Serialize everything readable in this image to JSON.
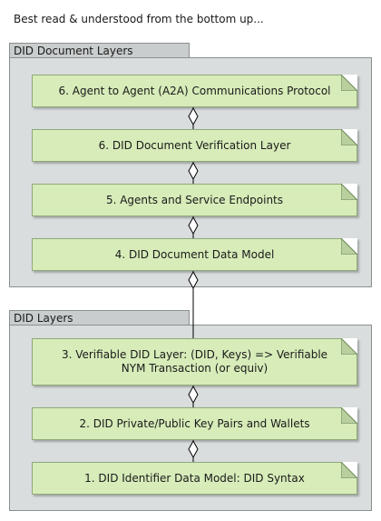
{
  "intro_text": "Best read & understood from the bottom up...",
  "groups": [
    {
      "title": "DID Document Layers",
      "layers": [
        "6. Agent to Agent (A2A) Communications Protocol",
        "6. DID Document Verification Layer",
        "5. Agents and Service Endpoints",
        "4. DID Document Data Model"
      ]
    },
    {
      "title": "DID Layers",
      "layers": [
        "3. Verifiable DID Layer: (DID, Keys) => Verifiable NYM Transaction (or equiv)",
        "2. DID Private/Public Key Pairs and Wallets",
        "1. DID Identifier Data Model: DID Syntax"
      ]
    }
  ],
  "colors": {
    "layer_fill": "#d7ecb9",
    "group_fill": "#d9dddd",
    "tab_fill": "#c9cdcd"
  }
}
